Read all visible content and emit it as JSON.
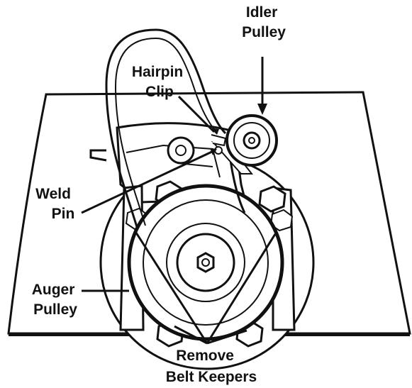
{
  "labels": {
    "idler_pulley": [
      "Idler",
      "Pulley"
    ],
    "hairpin_clip": [
      "Hairpin",
      "Clip"
    ],
    "weld_pin": [
      "Weld",
      "Pin"
    ],
    "auger_pulley": [
      "Auger",
      "Pulley"
    ],
    "remove_belt_keepers": [
      "Remove",
      "Belt Keepers"
    ]
  }
}
